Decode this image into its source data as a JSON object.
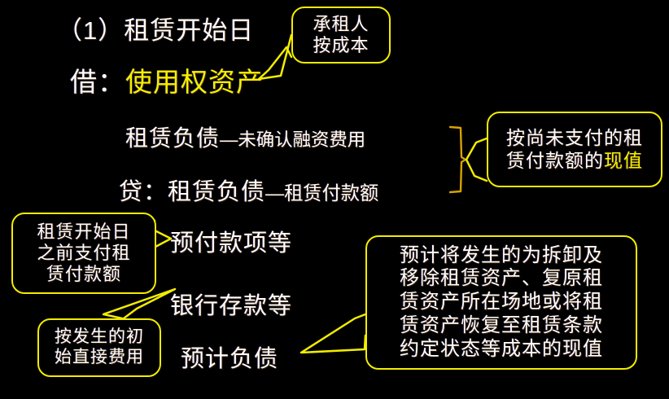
{
  "slide": {
    "background_color": "#000000",
    "accent_color": "#f2ec00",
    "text_color": "#ffffff",
    "brace_color": "#d8a200"
  },
  "title": "（1）租赁开始日",
  "entries": {
    "debit_prefix": "借：",
    "debit_account": "使用权资产",
    "lease_liability_main": "租赁负债",
    "lease_liability_sub": "—未确认融资费用",
    "credit_prefix": "贷：租赁负债",
    "credit_sub": "—租赁付款额",
    "prepaid": "预付款项等",
    "bank_deposit": "银行存款等",
    "provision": "预计负债"
  },
  "callouts": {
    "lessee_cost": {
      "lines": [
        "承租人",
        "按成本"
      ]
    },
    "present_value": {
      "line1": "按尚未支付的租",
      "line2_plain": "赁付款额的",
      "line2_highlight": "现值"
    },
    "prepaid_before": {
      "lines": [
        "租赁开始日",
        "之前支付租",
        "赁付款额"
      ]
    },
    "initial_cost": {
      "lines": [
        "按发生的初",
        "始直接费用"
      ]
    },
    "restoration": {
      "lines": [
        "预计将发生的为拆卸及",
        "移除租赁资产、复原租",
        "赁资产所在场地或将租",
        "赁资产恢复至租赁条款",
        "约定状态等成本的现值"
      ]
    }
  }
}
